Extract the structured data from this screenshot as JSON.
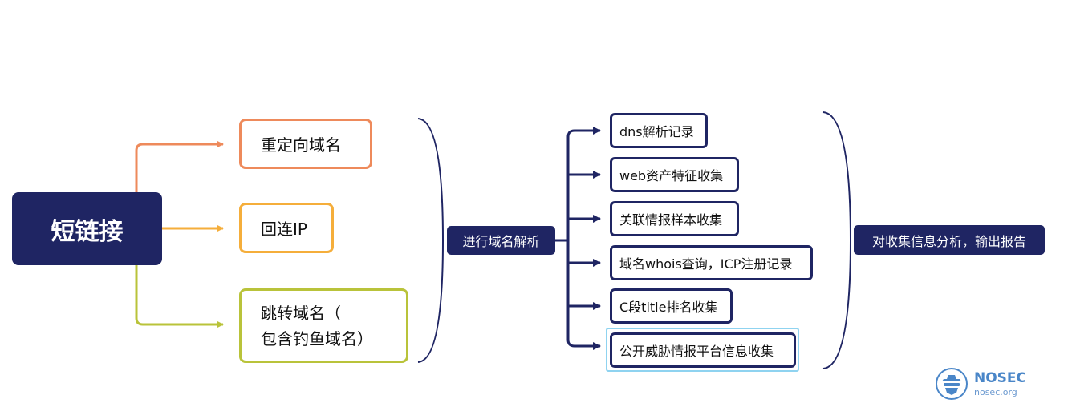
{
  "root_label": "短链接",
  "sources": [
    {
      "label_line1": "重定向域名",
      "label_line2": "",
      "color": "#ee8a5b"
    },
    {
      "label_line1": "回连IP",
      "label_line2": "",
      "color": "#f5ae3b"
    },
    {
      "label_line1": "跳转域名（",
      "label_line2": "包含钓鱼域名）",
      "color": "#b9c33a"
    }
  ],
  "middle_label": "进行域名解析",
  "steps": [
    "dns解析记录",
    "web资产特征收集",
    "关联情报样本收集",
    "域名whois查询，ICP注册记录",
    "C段title排名收集",
    "公开威胁情报平台信息收集"
  ],
  "output_label": "对收集信息分析，输出报告",
  "logo": {
    "title": "NOSEC",
    "subtitle": "nosec.org",
    "icon": "hat-shield-icon"
  },
  "colors": {
    "navy": "#1f2563",
    "highlight": "#8fd3f0"
  }
}
